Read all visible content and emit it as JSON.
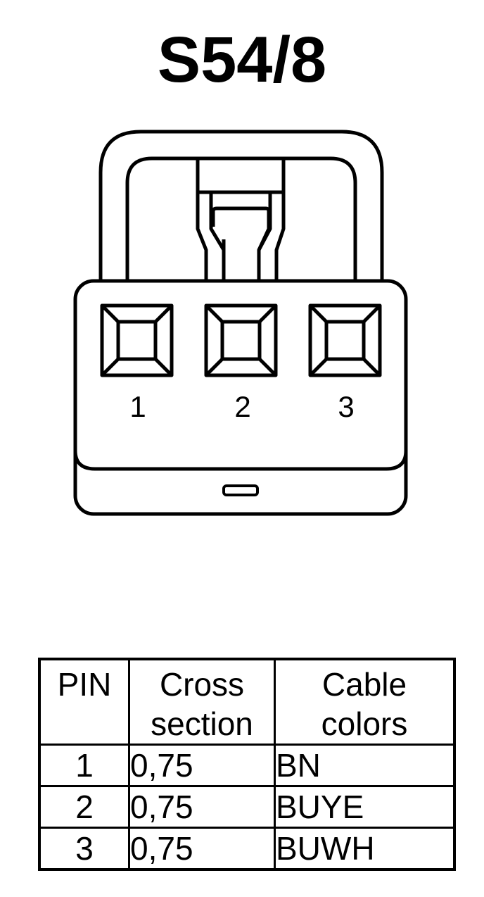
{
  "title": "S54/8",
  "connector": {
    "pins": [
      {
        "label": "1"
      },
      {
        "label": "2"
      },
      {
        "label": "3"
      }
    ]
  },
  "table": {
    "headers": {
      "pin": "PIN",
      "cross_section": [
        "Cross",
        "section"
      ],
      "cable_colors": [
        "Cable",
        "colors"
      ]
    },
    "rows": [
      {
        "pin": "1",
        "cross_section": "0,75",
        "color": "BN"
      },
      {
        "pin": "2",
        "cross_section": "0,75",
        "color": "BUYE"
      },
      {
        "pin": "3",
        "cross_section": "0,75",
        "color": "BUWH"
      }
    ]
  }
}
